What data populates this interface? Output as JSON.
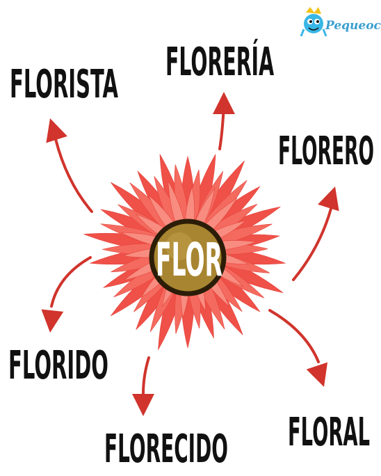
{
  "diagram": {
    "center_word": "FLOR",
    "derived_words": {
      "floreria": "FLORERÍA",
      "florista": "FLORISTA",
      "florero": "FLORERO",
      "florido": "FLORIDO",
      "florecido": "FLORECIDO",
      "floral": "FLORAL"
    }
  },
  "logo": {
    "text": "Pequeocio"
  },
  "colors": {
    "petal_outer": "#ef5048",
    "petal_inner": "#f56a5f",
    "petal_light": "#f88c80",
    "center_fill": "#a88530",
    "center_ring": "#2b1d08",
    "arrow": "#d0342c",
    "text": "#111111",
    "logo_body": "#38b7e6",
    "logo_text": "#3a9fd0"
  }
}
